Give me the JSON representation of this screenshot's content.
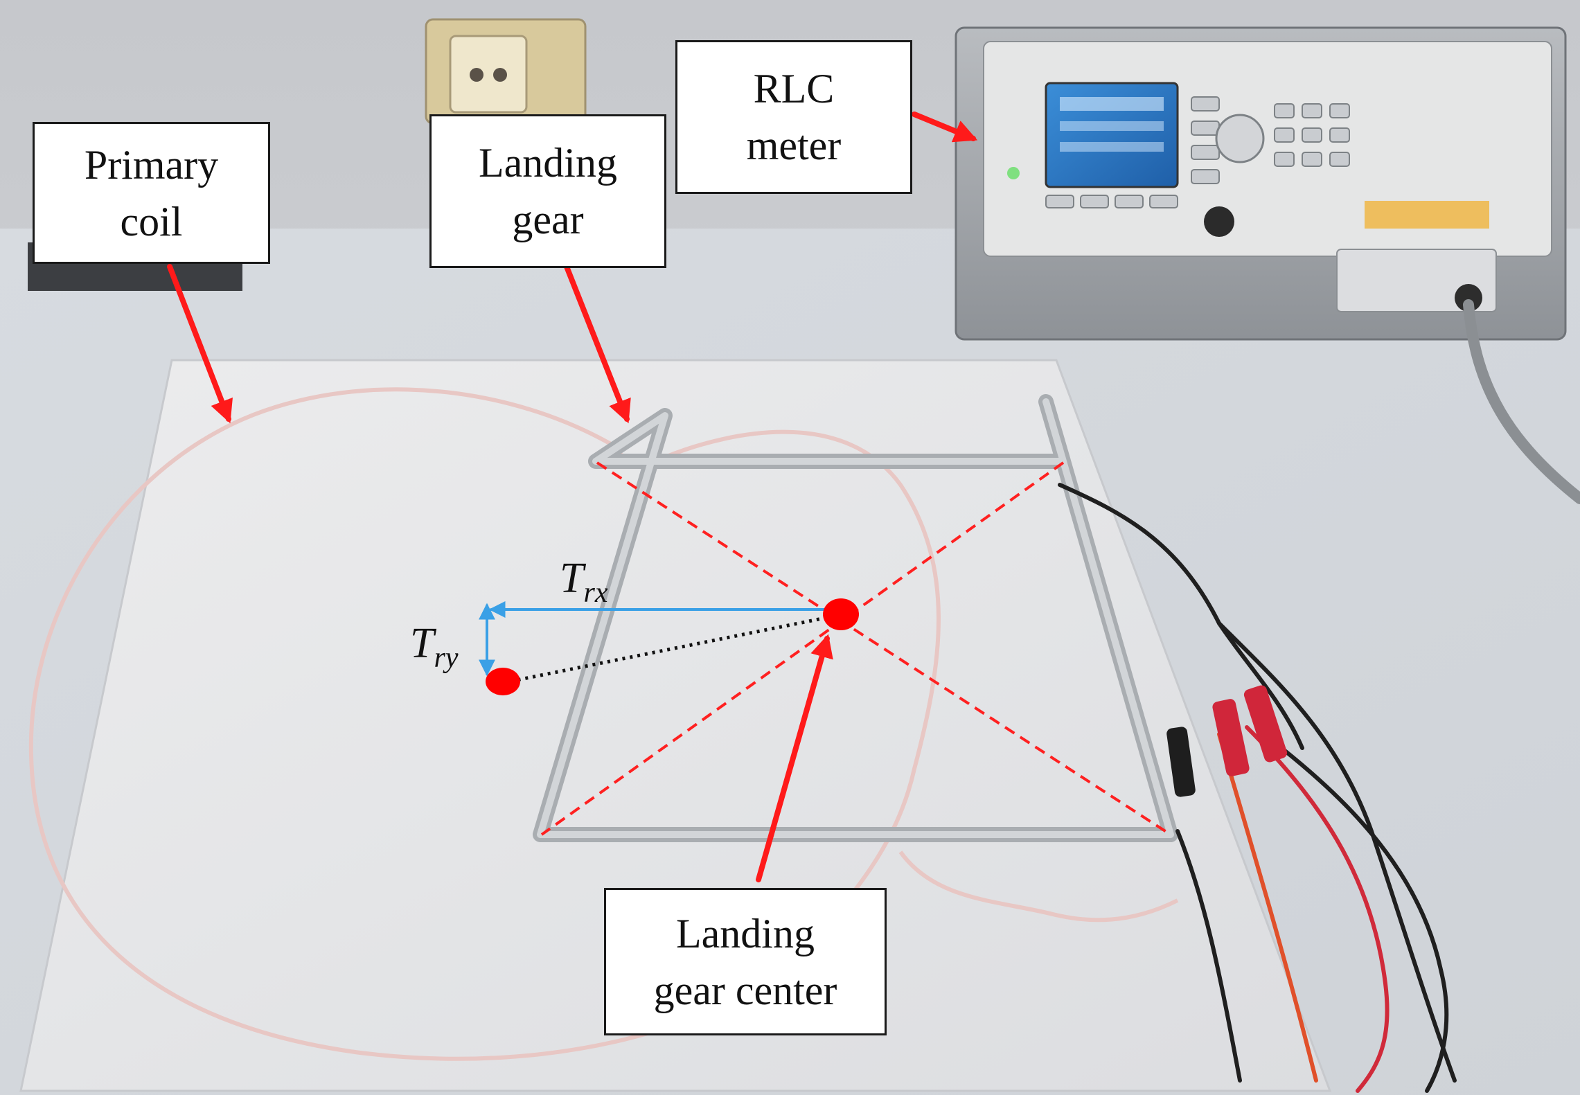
{
  "labels": {
    "primary_coil": "Primary\ncoil",
    "landing_gear": "Landing\ngear",
    "rlc_meter": "RLC\nmeter",
    "landing_gear_center": "Landing\ngear center"
  },
  "symbols": {
    "trx_base": "T",
    "trx_sub": "rx",
    "try_base": "T",
    "try_sub": "ry"
  },
  "colors": {
    "arrow_red": "#ff1a1a",
    "displacement_blue": "#3aa0e6",
    "marker_red": "#ff0000",
    "diagonal_red": "#ff2020"
  },
  "icons": {
    "landing_gear_center_marker": "red-dot",
    "coil_position_marker": "red-dot"
  }
}
